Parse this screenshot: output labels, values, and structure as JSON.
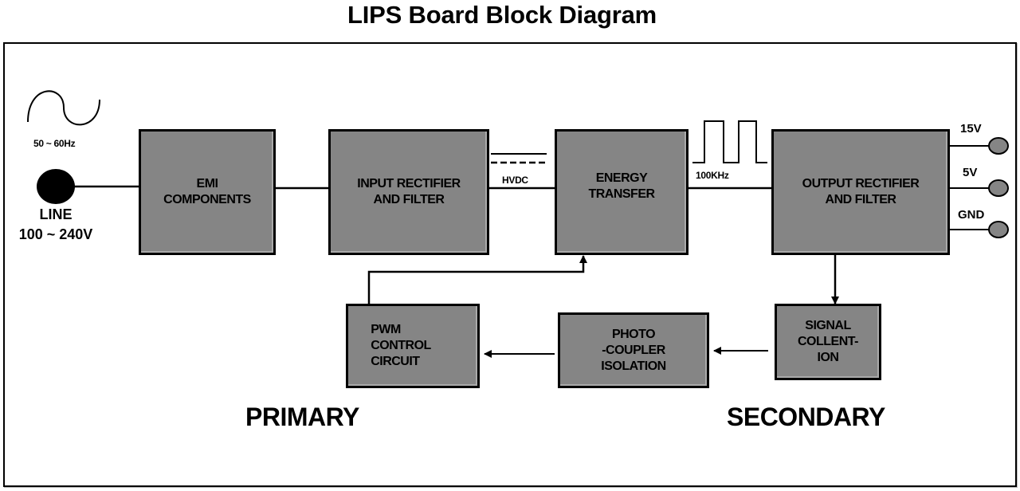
{
  "title": "LIPS Board Block Diagram",
  "input": {
    "frequency": "50 ~ 60Hz",
    "line_label": "LINE",
    "voltage": "100 ~ 240V"
  },
  "blocks": {
    "emi": "EMI\nCOMPONENTS",
    "input_rectifier": "INPUT RECTIFIER\nAND FILTER",
    "energy_transfer": "ENERGY\nTRANSFER",
    "output_rectifier": "OUTPUT RECTIFIER\nAND FILTER",
    "signal_collection": "SIGNAL\nCOLLENT-\nION",
    "photocoupler": "PHOTO\n-COUPLER\nISOLATION",
    "pwm": "PWM\nCONTROL\nCIRCUIT"
  },
  "signals": {
    "hvdc": "HVDC",
    "switching_freq": "100KHz"
  },
  "outputs": [
    {
      "label": "15V"
    },
    {
      "label": "5V"
    },
    {
      "label": "GND"
    }
  ],
  "regions": {
    "primary": "PRIMARY",
    "secondary": "SECONDARY"
  },
  "colors": {
    "block_fill": "#858585",
    "terminal_fill": "#858585",
    "line": "#000000"
  }
}
